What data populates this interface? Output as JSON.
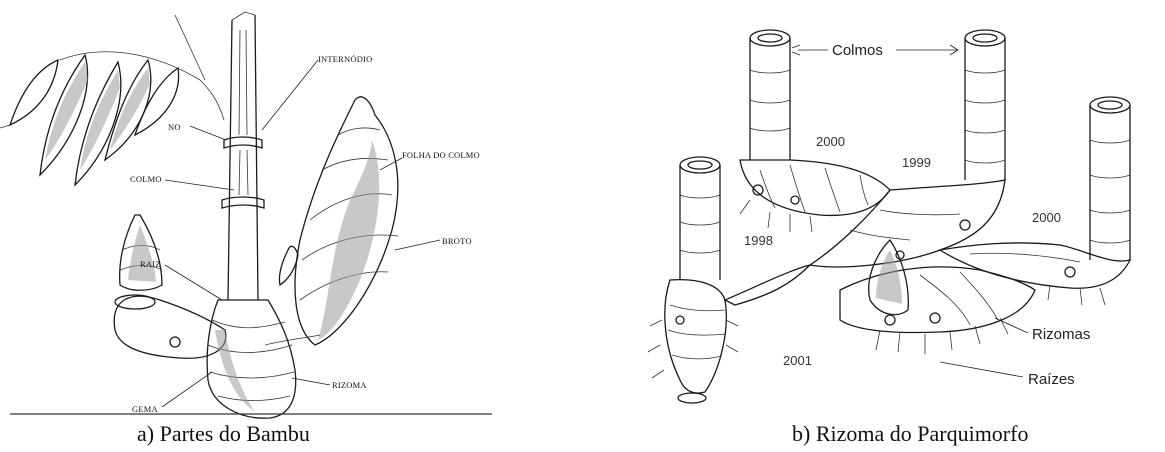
{
  "panel_a": {
    "caption": "a) Partes do Bambu",
    "labels": {
      "internodio": "INTERNÓDIO",
      "no": "NO",
      "folha_do_colmo": "FOLHA DO COLMO",
      "colmo": "COLMO",
      "broto": "BROTO",
      "raiz": "RAIZ",
      "rizoma": "RIZOMA",
      "gema": "GEMA"
    }
  },
  "panel_b": {
    "caption": "b) Rizoma do Parquimorfo",
    "labels": {
      "colmos": "Colmos",
      "rizomas": "Rizomas",
      "raizes": "Raízes"
    },
    "years": {
      "y2000_top": "2000",
      "y1999": "1999",
      "y2000_right": "2000",
      "y1998": "1998",
      "y2001": "2001"
    }
  }
}
